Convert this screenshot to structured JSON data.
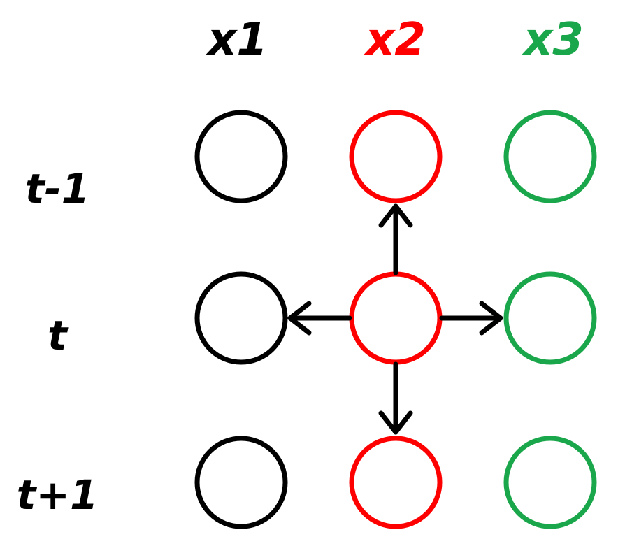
{
  "columns": [
    {
      "label": "x1",
      "color": "#000000"
    },
    {
      "label": "x2",
      "color": "#ff0000"
    },
    {
      "label": "x3",
      "color": "#1aa64a"
    }
  ],
  "rows": [
    {
      "label": "t-1"
    },
    {
      "label": "t"
    },
    {
      "label": "t+1"
    }
  ],
  "arrows": [
    {
      "from": "x2@t",
      "to": "x2@t-1"
    },
    {
      "from": "x2@t",
      "to": "x1@t"
    },
    {
      "from": "x2@t",
      "to": "x3@t"
    },
    {
      "from": "x2@t",
      "to": "x2@t+1"
    }
  ],
  "arrow_color": "#000000"
}
